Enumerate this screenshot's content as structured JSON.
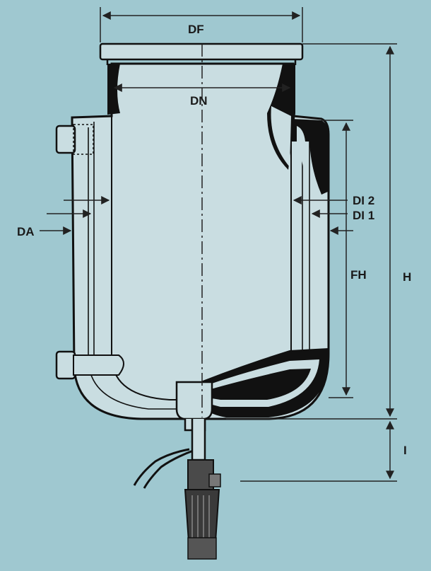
{
  "labels": {
    "df": "DF",
    "dn": "DN",
    "di2": "DI 2",
    "di1": "DI 1",
    "da": "DA",
    "fh": "FH",
    "h": "H",
    "i": "I"
  },
  "colors": {
    "background": "#9fc8d0",
    "glass": "#c9dde1",
    "outline": "#111111",
    "dimension_line": "#222222"
  }
}
